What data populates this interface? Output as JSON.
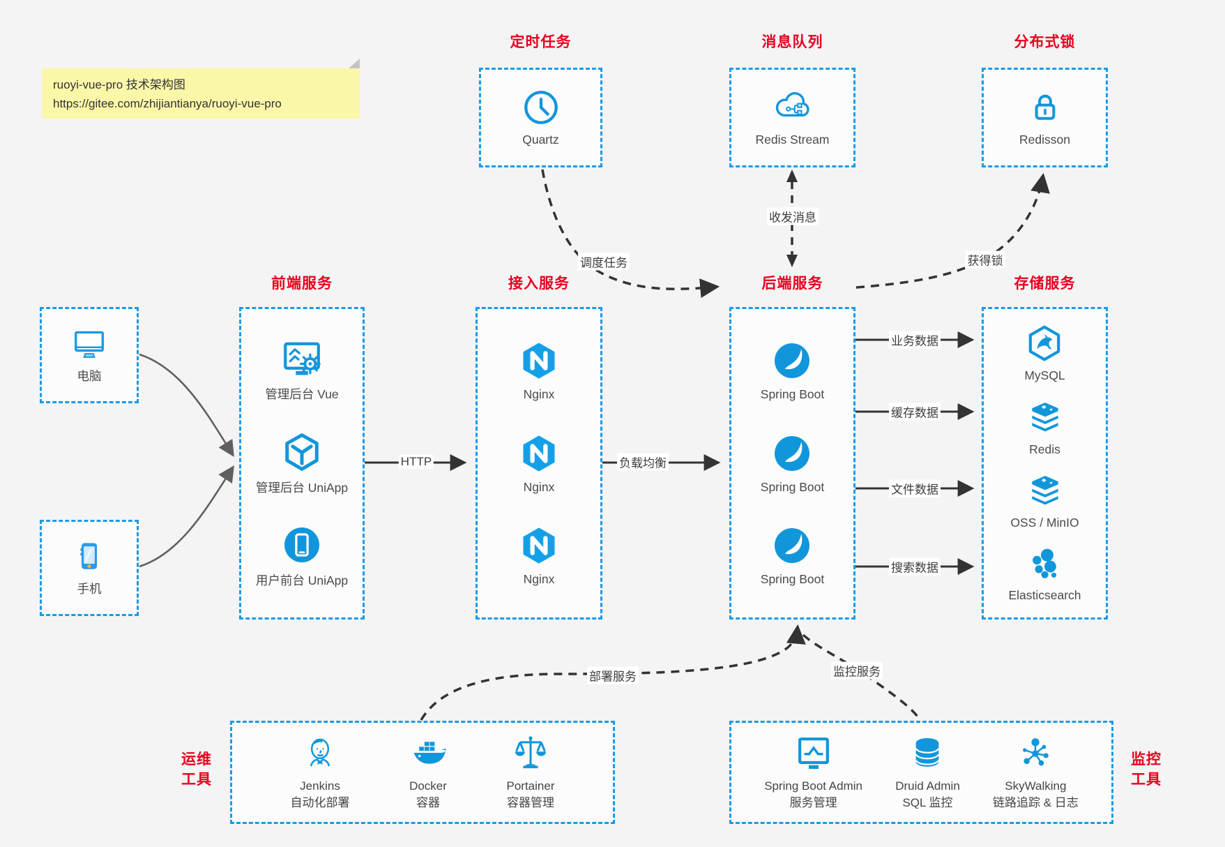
{
  "note": {
    "title": "ruoyi-vue-pro 技术架构图",
    "url": "https://gitee.com/zhijiantianya/ruoyi-vue-pro"
  },
  "colors": {
    "accent_blue": "#1296db",
    "border_blue": "#1a9ae8",
    "title_red": "#e8001e",
    "note_yellow": "#fbf7a9",
    "arrow_dark": "#333333",
    "arrow_gray": "#666666",
    "home_button_yellow": "#f4b93c"
  },
  "top_groups": [
    {
      "title": "定时任务",
      "item": {
        "icon": "clock-icon",
        "label": "Quartz"
      }
    },
    {
      "title": "消息队列",
      "item": {
        "icon": "cloud-stream-icon",
        "label": "Redis Stream"
      }
    },
    {
      "title": "分布式锁",
      "item": {
        "icon": "lock-icon",
        "label": "Redisson"
      }
    }
  ],
  "clients": [
    {
      "icon": "desktop-icon",
      "label": "电脑"
    },
    {
      "icon": "smartphone-icon",
      "label": "手机"
    }
  ],
  "columns": [
    {
      "title": "前端服务",
      "items": [
        {
          "icon": "admin-console-icon",
          "label": "管理后台 Vue"
        },
        {
          "icon": "uniapp-cube-icon",
          "label": "管理后台 UniApp"
        },
        {
          "icon": "mobile-app-icon",
          "label": "用户前台 UniApp"
        }
      ]
    },
    {
      "title": "接入服务",
      "items": [
        {
          "icon": "nginx-icon",
          "label": "Nginx"
        },
        {
          "icon": "nginx-icon",
          "label": "Nginx"
        },
        {
          "icon": "nginx-icon",
          "label": "Nginx"
        }
      ]
    },
    {
      "title": "后端服务",
      "items": [
        {
          "icon": "spring-boot-icon",
          "label": "Spring Boot"
        },
        {
          "icon": "spring-boot-icon",
          "label": "Spring Boot"
        },
        {
          "icon": "spring-boot-icon",
          "label": "Spring Boot"
        }
      ]
    },
    {
      "title": "存储服务",
      "items": [
        {
          "icon": "mysql-icon",
          "label": "MySQL"
        },
        {
          "icon": "redis-stack-icon",
          "label": "Redis"
        },
        {
          "icon": "storage-stack-icon",
          "label": "OSS / MinIO"
        },
        {
          "icon": "elasticsearch-icon",
          "label": "Elasticsearch"
        }
      ]
    }
  ],
  "bottom_groups": [
    {
      "side_label_line1": "运维",
      "side_label_line2": "工具",
      "items": [
        {
          "icon": "jenkins-icon",
          "name": "Jenkins",
          "desc": "自动化部署"
        },
        {
          "icon": "docker-icon",
          "name": "Docker",
          "desc": "容器"
        },
        {
          "icon": "portainer-icon",
          "name": "Portainer",
          "desc": "容器管理"
        }
      ]
    },
    {
      "side_label_line1": "监控",
      "side_label_line2": "工具",
      "items": [
        {
          "icon": "spring-boot-admin-icon",
          "name": "Spring Boot Admin",
          "desc": "服务管理"
        },
        {
          "icon": "druid-icon",
          "name": "Druid Admin",
          "desc": "SQL 监控"
        },
        {
          "icon": "skywalking-icon",
          "name": "SkyWalking",
          "desc": "链路追踪 & 日志"
        }
      ]
    }
  ],
  "edge_labels": {
    "http": "HTTP",
    "load_balance": "负载均衡",
    "business_data": "业务数据",
    "cache_data": "缓存数据",
    "file_data": "文件数据",
    "search_data": "搜索数据",
    "schedule_task": "调度任务",
    "send_receive_message": "收发消息",
    "acquire_lock": "获得锁",
    "deploy_service": "部署服务",
    "monitor_service": "监控服务"
  }
}
